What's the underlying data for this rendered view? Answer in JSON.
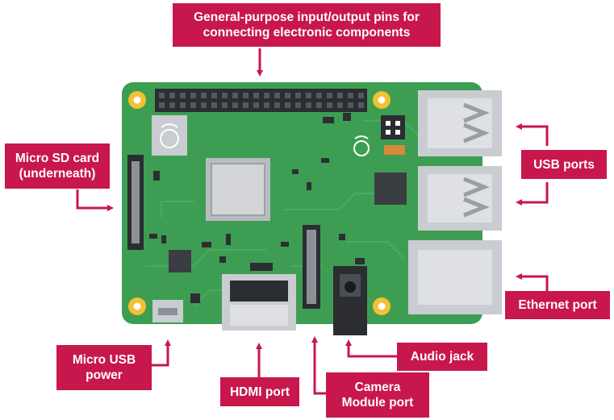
{
  "labels": {
    "gpio": [
      "General-purpose input/output pins for",
      "connecting electronic components"
    ],
    "microsd": [
      "Micro SD card",
      "(underneath)"
    ],
    "usb": [
      "USB ports"
    ],
    "ethernet": [
      "Ethernet port"
    ],
    "microusb": [
      "Micro USB",
      "power"
    ],
    "hdmi": [
      "HDMI port"
    ],
    "camera": [
      "Camera",
      "Module port"
    ],
    "audio": [
      "Audio jack"
    ]
  },
  "colors": {
    "callout": "#c8174d",
    "board": "#3d9e53",
    "board_dark": "#34884a",
    "mounting_hole": "#f2c230",
    "port_metal": "#c9ccd1",
    "chip": "#3a3d42",
    "header_pins": "#2b2d30"
  }
}
